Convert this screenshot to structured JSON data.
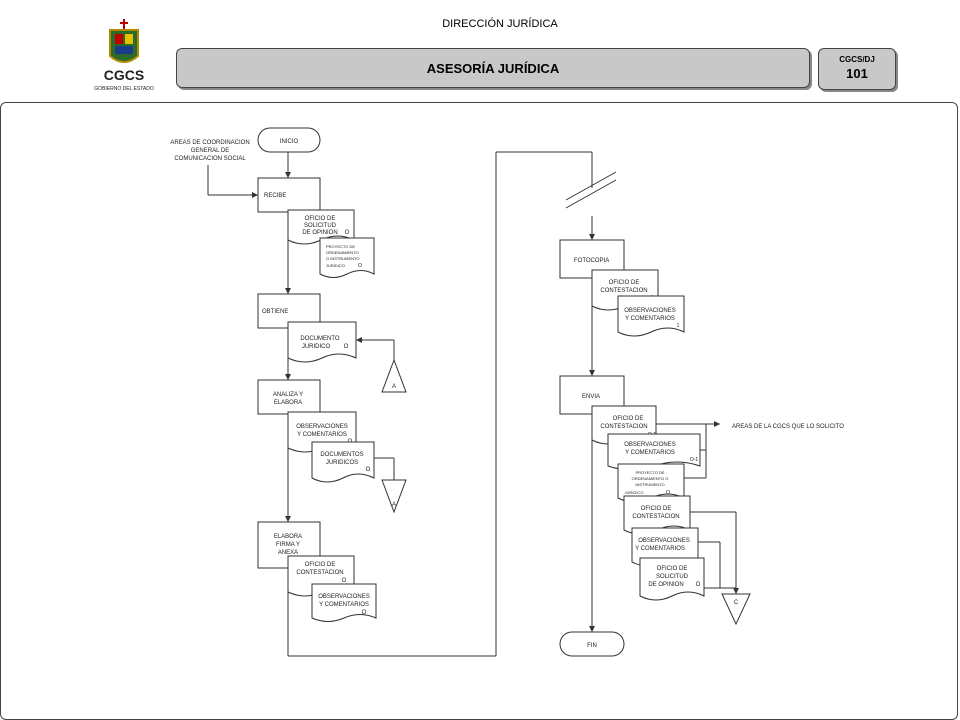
{
  "header": {
    "department": "DIRECCIÓN JURÍDICA",
    "title": "ASESORÍA JURÍDICA",
    "code": "CGCS/DJ",
    "number": "101"
  },
  "logo": {
    "text": "CGCS",
    "subtext": "GOBIERNO DEL ESTADO",
    "colors": [
      "#c00000",
      "#e8c000",
      "#2a6b2a",
      "#1a3a8a"
    ]
  },
  "flow": {
    "source_area": [
      "AREAS DE COORDINACION",
      "GENERAL DE",
      "COMUNICACION SOCIAL"
    ],
    "start": "INICIO",
    "end": "FIN",
    "target_area": "AREAS DE LA CGCS QUE LO SOLICITO",
    "processes": {
      "recibe": [
        "RECIBE"
      ],
      "obtiene": [
        "OBTIENE"
      ],
      "analiza": [
        "ANALIZA  Y",
        "ELABORA"
      ],
      "elabora": [
        "ELABORA",
        "FIRMA Y",
        "ANEXA"
      ],
      "fotocopia": [
        "FOTOCOPIA"
      ],
      "envia": [
        "ENVIA"
      ]
    },
    "documents": {
      "d1": [
        "OFICIO DE",
        "SOLICITUD",
        "DE OPINION",
        "O"
      ],
      "d2": [
        "PROYECTO DE",
        "ORDENAMIENTO",
        "O INSTRUMENTO",
        "JURIDICO",
        "O"
      ],
      "d3": [
        "DOCUMENTO",
        "JURIDICO",
        "O"
      ],
      "d4": [
        "OBSERVACIONES",
        "Y COMENTARIOS",
        "O"
      ],
      "d5": [
        "DOCUMENTOS",
        "JURIDICOS",
        "O"
      ],
      "d6": [
        "OFICIO DE",
        "CONTESTACION",
        "O"
      ],
      "d7": [
        "OBSERVACIONES",
        "Y COMENTARIOS",
        "O"
      ],
      "d8": [
        "OFICIO DE",
        "CONTESTACION",
        "1"
      ],
      "d9": [
        "OBSERVACIONES",
        "Y COMENTARIOS",
        "1"
      ],
      "d10": [
        "OFICIO DE",
        "CONTESTACION",
        "O-1"
      ],
      "d11": [
        "OBSERVACIONES",
        "Y COMENTARIOS",
        "O-1"
      ],
      "d12": [
        "PROYECTO DE",
        "ORDENAMIENTO  O",
        "INSTRUMENTO",
        "JURIDICO",
        "O"
      ],
      "d13": [
        "OFICIO DE",
        "CONTESTACION"
      ],
      "d14": [
        "OBSERVACIONES",
        "Y COMENTARIOS"
      ],
      "d15": [
        "OFICIO DE",
        "SOLICITUD",
        "DE OPINION",
        "O"
      ]
    },
    "connectors": {
      "a1": "A",
      "a2": "A"
    },
    "archive": "C"
  }
}
